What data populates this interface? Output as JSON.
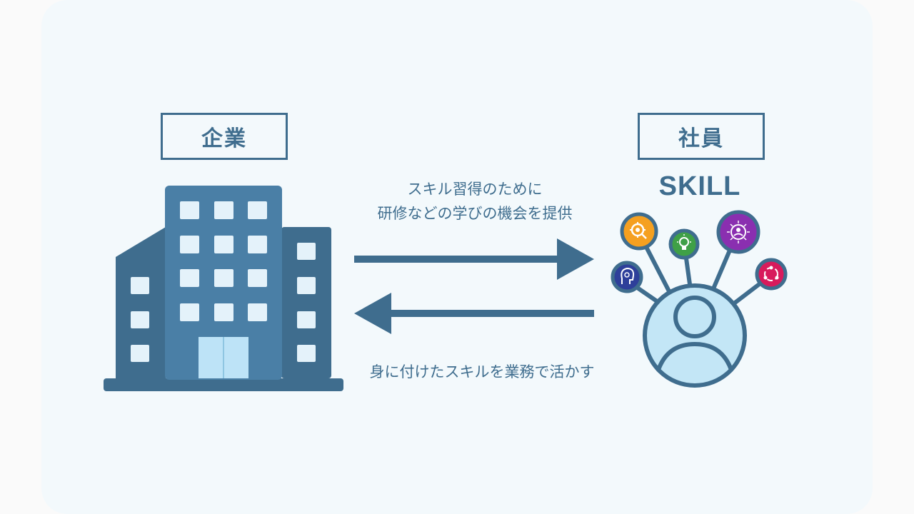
{
  "company": {
    "label": "企業"
  },
  "employee": {
    "label": "社員",
    "skill_text": "SKILL"
  },
  "arrows": {
    "to_employee_text_line1": "スキル習得のために",
    "to_employee_text_line2": "研修などの学びの機会を提供",
    "to_company_text": "身に付けたスキルを業務で活かす"
  },
  "skill_nodes": [
    {
      "icon": "gear-search-icon",
      "color": "#f5a020"
    },
    {
      "icon": "lightbulb-icon",
      "color": "#3fa047"
    },
    {
      "icon": "network-person-icon",
      "color": "#8a2fb0"
    },
    {
      "icon": "head-brain-icon",
      "color": "#2e3f9a"
    },
    {
      "icon": "cycle-icon",
      "color": "#d81b5c"
    }
  ],
  "colors": {
    "primary": "#3f6d8e",
    "building_dark": "#3f6d8e",
    "building_mid": "#4a7fa6",
    "window": "#e4f2fa",
    "door": "#bde3f7",
    "avatar_fill": "#c3e6f6"
  }
}
